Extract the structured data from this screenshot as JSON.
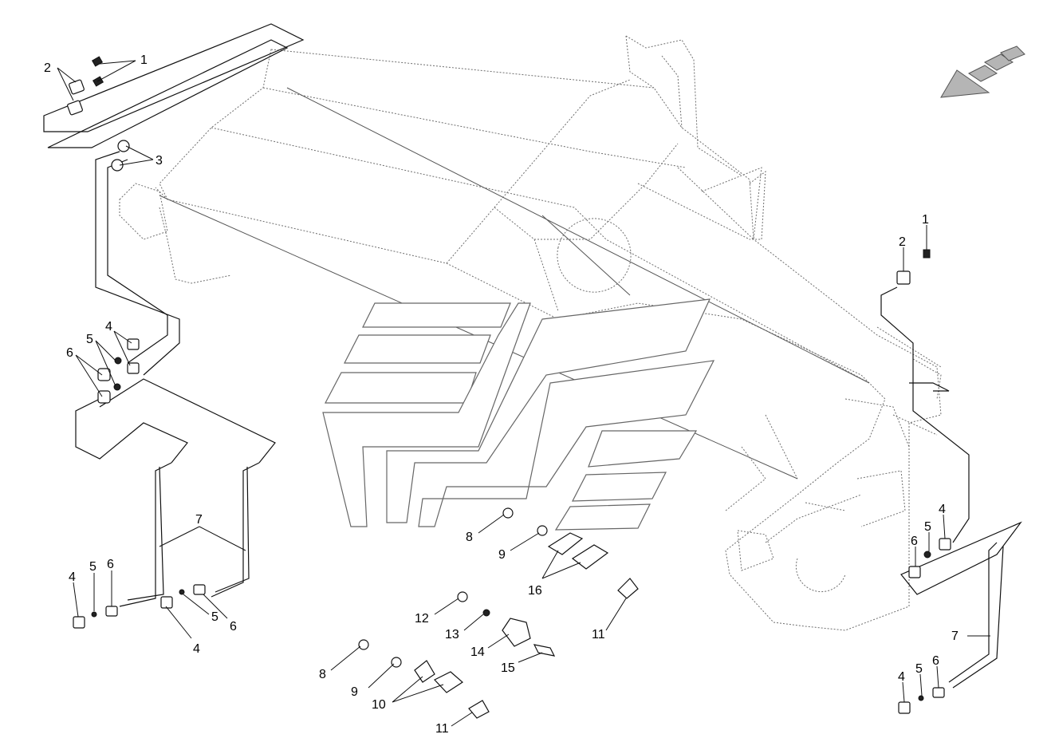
{
  "diagram": {
    "callouts": [
      {
        "id": "c1a",
        "text": "1"
      },
      {
        "id": "c2a",
        "text": "2"
      },
      {
        "id": "c3a",
        "text": "3"
      },
      {
        "id": "c4a",
        "text": "4"
      },
      {
        "id": "c5a",
        "text": "5"
      },
      {
        "id": "c6a",
        "text": "6"
      },
      {
        "id": "c7a",
        "text": "7"
      },
      {
        "id": "c4b",
        "text": "4"
      },
      {
        "id": "c5b",
        "text": "5"
      },
      {
        "id": "c6b",
        "text": "6"
      },
      {
        "id": "c4c",
        "text": "4"
      },
      {
        "id": "c5c",
        "text": "5"
      },
      {
        "id": "c6c",
        "text": "6"
      },
      {
        "id": "c8a",
        "text": "8"
      },
      {
        "id": "c9a",
        "text": "9"
      },
      {
        "id": "c16",
        "text": "16"
      },
      {
        "id": "c11a",
        "text": "11"
      },
      {
        "id": "c12",
        "text": "12"
      },
      {
        "id": "c13",
        "text": "13"
      },
      {
        "id": "c14",
        "text": "14"
      },
      {
        "id": "c15",
        "text": "15"
      },
      {
        "id": "c8b",
        "text": "8"
      },
      {
        "id": "c9b",
        "text": "9"
      },
      {
        "id": "c10",
        "text": "10"
      },
      {
        "id": "c11b",
        "text": "11"
      },
      {
        "id": "c1b",
        "text": "1"
      },
      {
        "id": "c2b",
        "text": "2"
      },
      {
        "id": "c4d",
        "text": "4"
      },
      {
        "id": "c5d",
        "text": "5"
      },
      {
        "id": "c6d",
        "text": "6"
      },
      {
        "id": "c7b",
        "text": "7"
      },
      {
        "id": "c4e",
        "text": "4"
      },
      {
        "id": "c5e",
        "text": "5"
      },
      {
        "id": "c6e",
        "text": "6"
      }
    ]
  }
}
